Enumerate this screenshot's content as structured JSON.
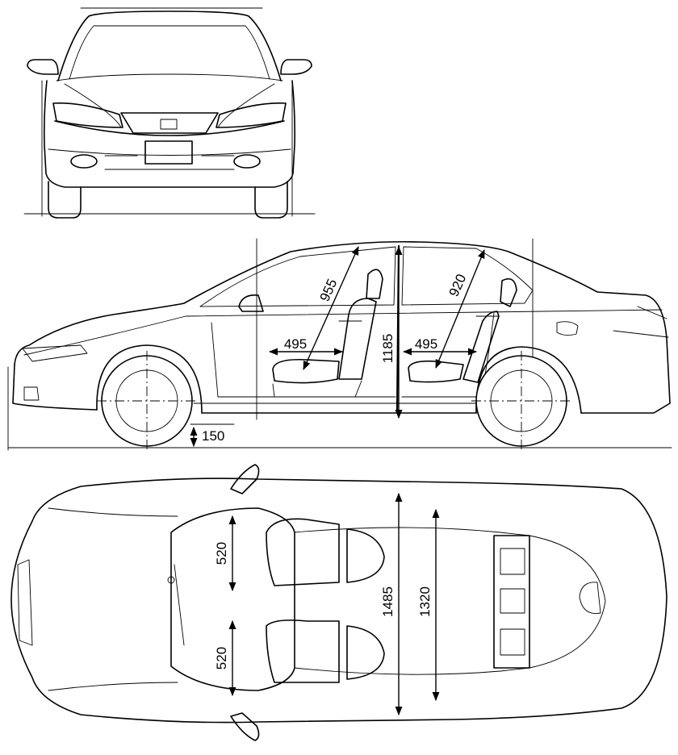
{
  "dimensions": {
    "front_seat_diag": "955",
    "rear_seat_diag": "920",
    "front_seat_depth": "495",
    "rear_seat_depth": "495",
    "interior_height": "1185",
    "ground_clearance": "150",
    "top_left_seat_width": "520",
    "bottom_left_seat_width": "520",
    "front_shoulder_width": "1485",
    "rear_shoulder_width": "1320"
  }
}
